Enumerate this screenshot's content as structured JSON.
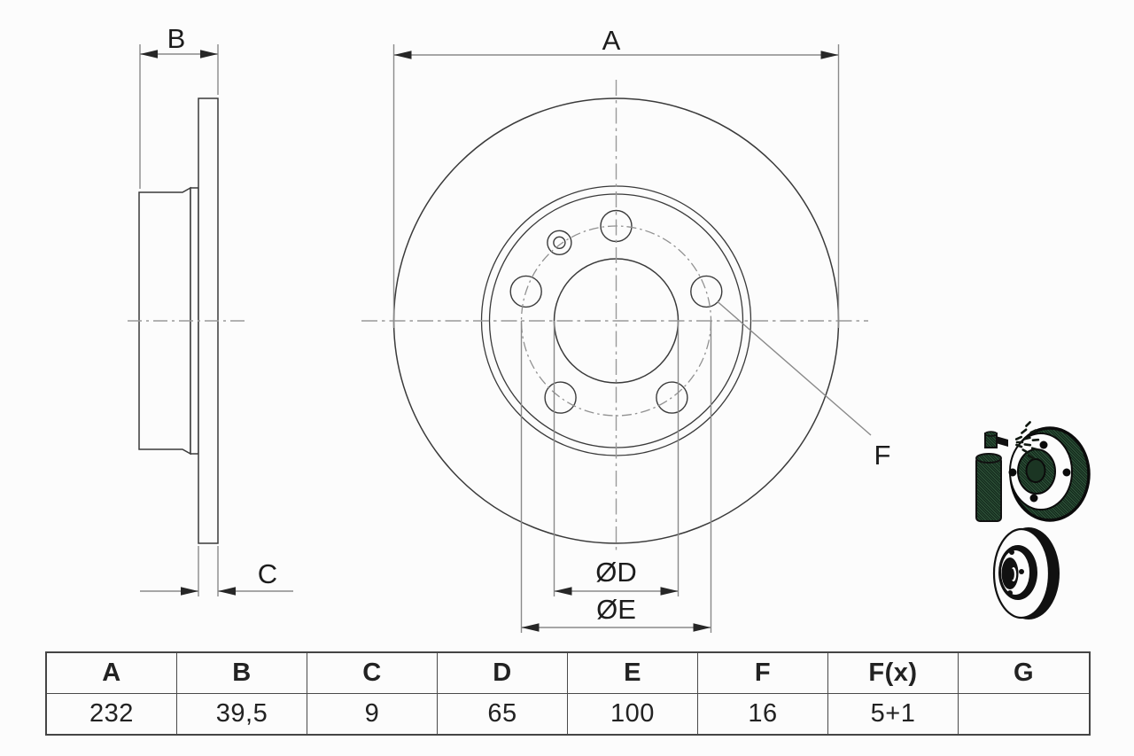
{
  "diagram": {
    "dim_a_label": "A",
    "dim_b_label": "B",
    "dim_c_label": "C",
    "dim_d_label": "ØD",
    "dim_e_label": "ØE",
    "dim_f_label": "F"
  },
  "spec_table": {
    "headers": [
      "A",
      "B",
      "C",
      "D",
      "E",
      "F",
      "F(x)",
      "G"
    ],
    "values": [
      "232",
      "39,5",
      "9",
      "65",
      "100",
      "16",
      "5+1",
      ""
    ]
  },
  "icons": {
    "top_icon": "spray-can-coated-disc-icon",
    "bottom_icon": "brake-disc-icon"
  },
  "colors": {
    "background": "#fcfcfc",
    "part_outline": "#3a3a3a",
    "dimension_line": "#8a8a8a",
    "centerline": "#9a9a9a",
    "arrowhead": "#272727",
    "label_text": "#1c1c1c",
    "table_border": "#454545",
    "icon_green": "#2e5038"
  }
}
